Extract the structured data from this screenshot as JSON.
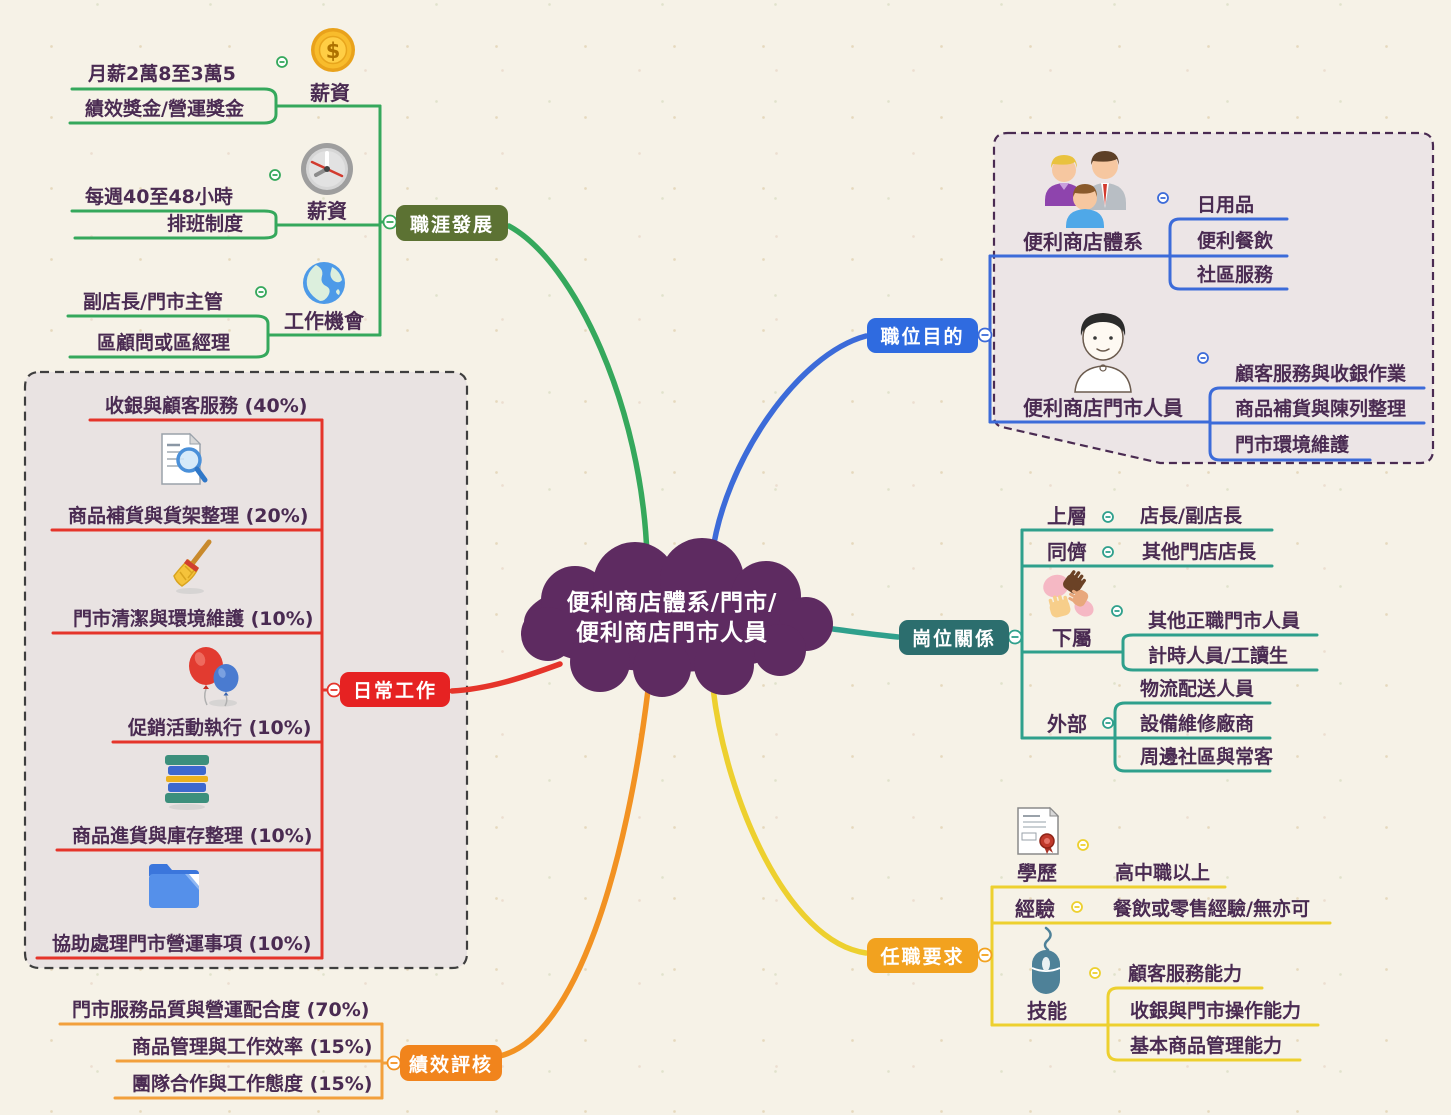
{
  "root": {
    "title_line1": "便利商店體系/門市/",
    "title_line2": "便利商店門市人員",
    "cloud_color": "#5E2B61"
  },
  "branches": {
    "career": {
      "label": "職涯發展",
      "node_color": "#5C7233",
      "line_color": "#35A85C",
      "groups": [
        {
          "label": "薪資",
          "icon": "coin-icon",
          "children": [
            "月薪2萬8至3萬5",
            "績效獎金/營運獎金"
          ]
        },
        {
          "label": "薪資",
          "icon": "clock-icon",
          "children": [
            "每週40至48小時",
            "排班制度"
          ]
        },
        {
          "label": "工作機會",
          "icon": "globe-icon",
          "children": [
            "副店長/門市主管",
            "區顧問或區經理"
          ]
        }
      ]
    },
    "purpose": {
      "label": "職位目的",
      "node_color": "#2F6BE0",
      "line_color": "#3C6BD9",
      "groups": [
        {
          "label": "便利商店體系",
          "icon": "people-group-icon",
          "children": [
            "日用品",
            "便利餐飲",
            "社區服務"
          ]
        },
        {
          "label": "便利商店門市人員",
          "icon": "person-icon",
          "children": [
            "顧客服務與收銀作業",
            "商品補貨與陳列整理",
            "門市環境維護"
          ]
        }
      ]
    },
    "relations": {
      "label": "崗位關係",
      "node_color": "#2C6E6E",
      "line_color": "#2FA08C",
      "groups": [
        {
          "label": "上層",
          "children": [
            "店長/副店長"
          ]
        },
        {
          "label": "同儕",
          "children": [
            "其他門店店長"
          ]
        },
        {
          "label": "下屬",
          "icon": "hands-icon",
          "children": [
            "其他正職門市人員",
            "計時人員/工讀生"
          ]
        },
        {
          "label": "外部",
          "children": [
            "物流配送人員",
            "設備維修廠商",
            "周邊社區與常客"
          ]
        }
      ]
    },
    "requirements": {
      "label": "任職要求",
      "node_color": "#F2A21F",
      "line_color": "#EDD02F",
      "groups": [
        {
          "label": "學歷",
          "icon": "certificate-icon",
          "children": [
            "高中職以上"
          ]
        },
        {
          "label": "經驗",
          "children": [
            "餐飲或零售經驗/無亦可"
          ]
        },
        {
          "label": "技能",
          "icon": "mouse-icon",
          "children": [
            "顧客服務能力",
            "收銀與門市操作能力",
            "基本商品管理能力"
          ]
        }
      ]
    },
    "daily": {
      "label": "日常工作",
      "node_color": "#E62222",
      "line_color": "#E5342A",
      "items": [
        "收銀與顧客服務 (40%)",
        "商品補貨與貨架整理 (20%)",
        "門市清潔與環境維護 (10%)",
        "促銷活動執行 (10%)",
        "商品進貨與庫存整理 (10%)",
        "協助處理門市營運事項 (10%)"
      ],
      "item_icons": [
        "",
        "doc-search-icon",
        "broom-icon",
        "balloons-icon",
        "books-stack-icon",
        "folder-icon"
      ]
    },
    "evaluation": {
      "label": "績效評核",
      "node_color": "#F1841C",
      "line_color": "#F2A03C",
      "items": [
        "門市服務品質與營運配合度 (70%)",
        "商品管理與工作效率 (15%)",
        "團隊合作與工作態度 (15%)"
      ]
    }
  }
}
